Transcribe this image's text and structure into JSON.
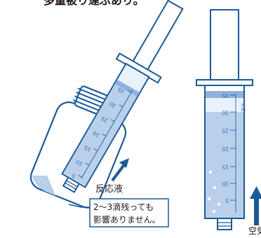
{
  "header": {
    "partial_text": "多量被り運ぶあり。"
  },
  "colors": {
    "outline": "#1b5a96",
    "liquid": "#b9cfea",
    "liquid_dark": "#8fb1dc",
    "water": "#e9f2fb",
    "arrow": "#1b5a96",
    "callout_border": "#1b5a96"
  },
  "left_figure": {
    "arrow_label": "反応液",
    "callout_line1": "2～3滴残っても",
    "callout_line2": "影響ありません。",
    "scale_ticks": [
      "35",
      "30",
      "25",
      "20",
      "15",
      "10",
      "5"
    ]
  },
  "right_figure": {
    "unit_label": "mL",
    "scale_ticks": [
      "35",
      "30",
      "25",
      "20",
      "15",
      "10",
      "5"
    ],
    "arrow_label": "空気"
  }
}
